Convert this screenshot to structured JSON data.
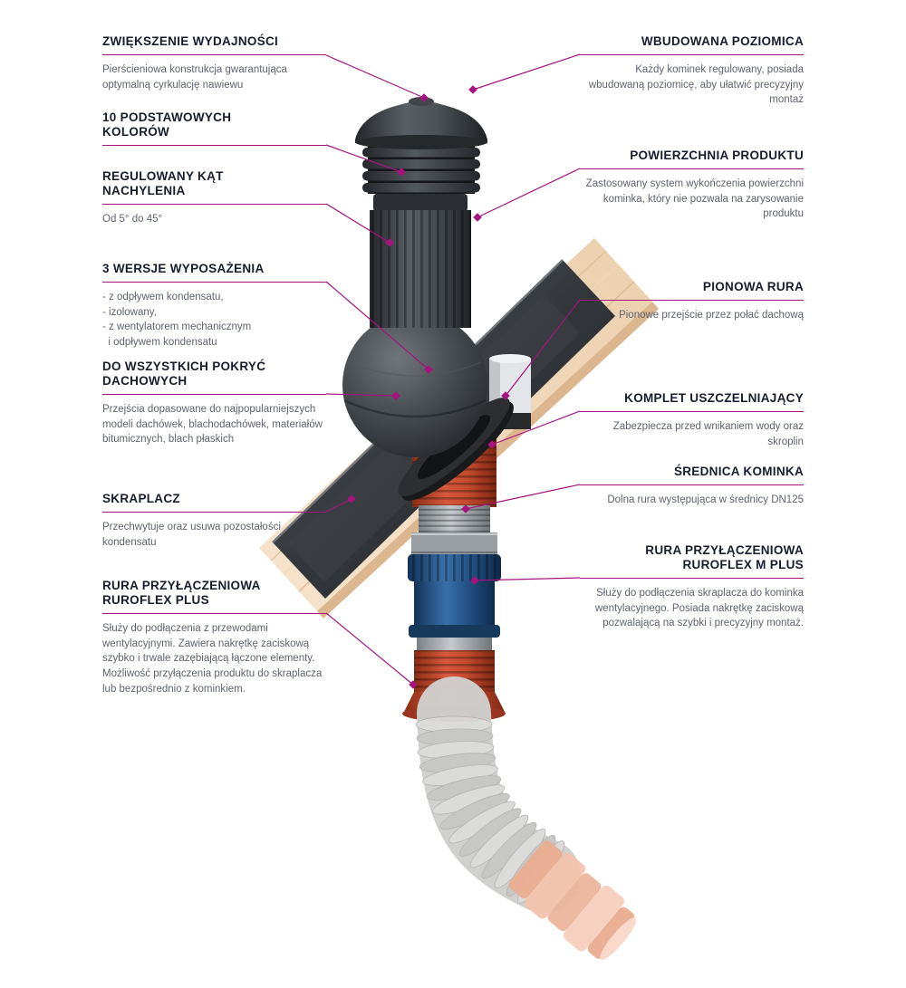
{
  "colors": {
    "accent_magenta": "#a6137f",
    "heading_text": "#181d2e",
    "body_text": "#5f6370",
    "chimney_dark_gray": "#3d4145",
    "pipe_orange": "#c44a2e",
    "pipe_blue": "#1f4e7e",
    "flex_gray": "#d3d4d2",
    "duct_salmon": "#f4c4af",
    "roof_wood": "#f2d9bf"
  },
  "callouts": {
    "left": [
      {
        "title": "ZWIĘKSZENIE WYDAJNOŚCI",
        "description": "Pierścieniowa konstrukcja gwarantująca optymalną cyrkulację nawiewu"
      },
      {
        "title": "10 PODSTAWOWYCH\nKOLORÓW",
        "description": ""
      },
      {
        "title": "REGULOWANY KĄT\nNACHYLENIA",
        "description": "Od 5° do 45°"
      },
      {
        "title": "3 WERSJE WYPOSAŻENIA",
        "description": "- z odpływem kondensatu,\n- izolowany,\n- z wentylatorem mechanicznym\n  i odpływem kondensatu"
      },
      {
        "title": "DO WSZYSTKICH POKRYĆ\nDACHOWYCH",
        "description": "Przejścia dopasowane do najpopularniejszych modeli dachówek, blachodachówek, materiałów bitumicznych, blach płaskich"
      },
      {
        "title": "SKRAPLACZ",
        "description": "Przechwytuje oraz usuwa pozostałości kondensatu"
      },
      {
        "title": "RURA PRZYŁĄCZENIOWA\nRUROFLEX PLUS",
        "description": "Służy do podłączenia z przewodami wentylacyjnymi. Zawiera nakrętkę zaciskową szybko i trwale zazębiającą łączone elementy. Możliwość przyłączenia produktu do skraplacza lub bezpośrednio z kominkiem."
      }
    ],
    "right": [
      {
        "title": "WBUDOWANA POZIOMICA",
        "description": "Każdy kominek regulowany, posiada wbudowaną poziomicę, aby ułatwić precyzyjny montaż"
      },
      {
        "title": "POWIERZCHNIA PRODUKTU",
        "description": "Zastosowany system wykończenia powierzchni kominka, który nie pozwala na zarysowanie produktu"
      },
      {
        "title": "PIONOWA RURA",
        "description": "Pionowe przejście przez połać dachową"
      },
      {
        "title": "KOMPLET USZCZELNIAJĄCY",
        "description": "Zabezpiecza przed wnikaniem wody oraz skroplin"
      },
      {
        "title": "ŚREDNICA KOMINKA",
        "description": "Dolna rura występująca w średnicy DN125"
      },
      {
        "title": "RURA PRZYŁĄCZENIOWA\nRUROFLEX M PLUS",
        "description": "Służy do podłączenia skraplacza do kominka wentylacyjnego. Posiada nakrętkę zaciskową pozwalającą na szybki i precyzyjny montaż."
      }
    ]
  }
}
